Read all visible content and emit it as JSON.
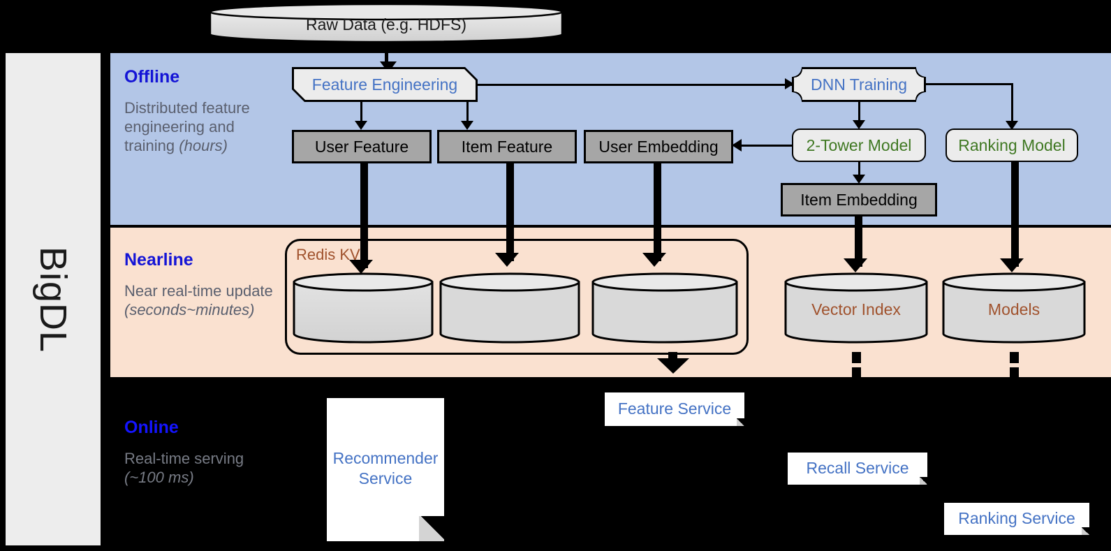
{
  "sidebar": {
    "label": "BigDL"
  },
  "bands": {
    "offline": {
      "title": "Offline",
      "subtitle": "Distributed feature engineering and training ",
      "subtitle_italic": "(hours)"
    },
    "nearline": {
      "title": "Nearline",
      "subtitle": "Near real-time update ",
      "subtitle_italic": "(seconds~minutes)"
    },
    "online": {
      "title": "Online",
      "subtitle": "Real-time serving ",
      "subtitle_italic": "(~100 ms)"
    }
  },
  "source": {
    "raw_data": "Raw Data (e.g. HDFS)"
  },
  "offline_nodes": {
    "feature_engineering": "Feature Engineering",
    "dnn_training": "DNN Training",
    "user_feature": "User Feature",
    "item_feature": "Item Feature",
    "user_embedding": "User Embedding",
    "two_tower_model": "2-Tower Model",
    "ranking_model": "Ranking Model",
    "item_embedding": "Item Embedding"
  },
  "nearline_nodes": {
    "redis_kv": "Redis KV",
    "vector_index": "Vector Index",
    "models": "Models"
  },
  "online_nodes": {
    "recommender_service": "Recommender Service",
    "feature_service": "Feature Service",
    "recall_service": "Recall Service",
    "ranking_service": "Ranking Service"
  },
  "colors": {
    "offline_band": "#b3c6e7",
    "nearline_band": "#fae1d0",
    "online_band": "#000000",
    "sidebar": "#ededed",
    "band_title": "#1414d6",
    "process_text": "#4472c4",
    "model_text": "#3f7822",
    "storage_fill": "#a6a6a6",
    "cylinder_fill": "#d9d9d9",
    "redis_label": "#a0522d"
  }
}
